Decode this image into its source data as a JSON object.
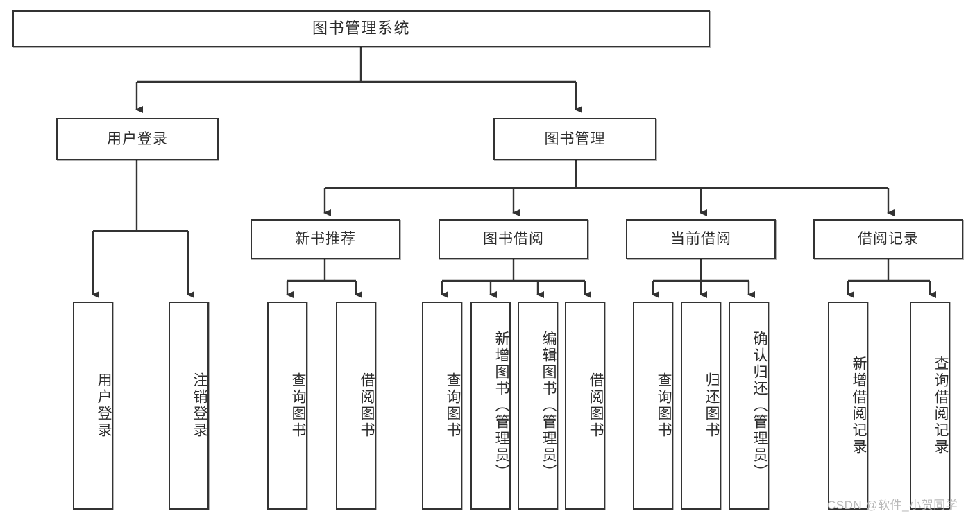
{
  "diagram": {
    "title": "图书管理系统",
    "type": "tree-hierarchy-chart",
    "colors": {
      "box_border": "#333333",
      "box_fill": "#ffffff",
      "connector": "#333333",
      "text": "#2b2b2b",
      "watermark": "#b9b9b9"
    },
    "root": {
      "label": "图书管理系统"
    },
    "level2": [
      {
        "label": "用户登录"
      },
      {
        "label": "图书管理"
      }
    ],
    "level3": [
      {
        "label": "新书推荐"
      },
      {
        "label": "图书借阅"
      },
      {
        "label": "当前借阅"
      },
      {
        "label": "借阅记录"
      }
    ],
    "leaves": {
      "user_login": [
        {
          "label": "用户登录"
        },
        {
          "label": "注销登录"
        }
      ],
      "new_book_recommend": [
        {
          "label": "查询图书"
        },
        {
          "label": "借阅图书"
        }
      ],
      "book_borrow": [
        {
          "label": "查询图书"
        },
        {
          "label": "新增图书（管理员）"
        },
        {
          "label": "编辑图书（管理员）"
        },
        {
          "label": "借阅图书"
        }
      ],
      "current_borrow": [
        {
          "label": "查询图书"
        },
        {
          "label": "归还图书"
        },
        {
          "label": "确认归还（管理员）"
        }
      ],
      "borrow_record": [
        {
          "label": "新增借阅记录"
        },
        {
          "label": "查询借阅记录"
        }
      ]
    },
    "watermark": "CSDN @软件_小贺同学"
  }
}
